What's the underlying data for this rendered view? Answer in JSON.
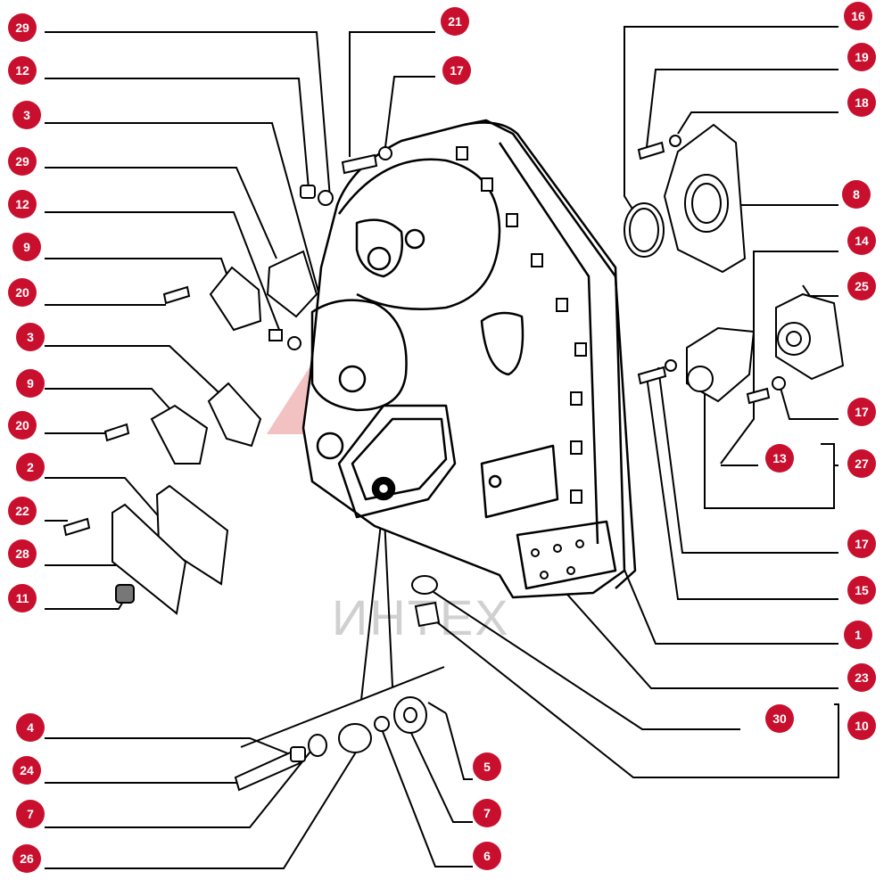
{
  "diagram": {
    "watermark_text": "ИНТЕХ",
    "callout_color": "#c8102e",
    "callout_text_color": "#ffffff",
    "line_color": "#000000",
    "callouts": [
      {
        "id": "c-l-1",
        "label": "29"
      },
      {
        "id": "c-l-2",
        "label": "12"
      },
      {
        "id": "c-l-3",
        "label": "3"
      },
      {
        "id": "c-l-4",
        "label": "29"
      },
      {
        "id": "c-l-5",
        "label": "12"
      },
      {
        "id": "c-l-6",
        "label": "9"
      },
      {
        "id": "c-l-7",
        "label": "20"
      },
      {
        "id": "c-l-8",
        "label": "3"
      },
      {
        "id": "c-l-9",
        "label": "9"
      },
      {
        "id": "c-l-10",
        "label": "20"
      },
      {
        "id": "c-l-11",
        "label": "2"
      },
      {
        "id": "c-l-12",
        "label": "22"
      },
      {
        "id": "c-l-13",
        "label": "28"
      },
      {
        "id": "c-l-14",
        "label": "11"
      },
      {
        "id": "c-t-1",
        "label": "21"
      },
      {
        "id": "c-t-2",
        "label": "17"
      },
      {
        "id": "c-r-1",
        "label": "16"
      },
      {
        "id": "c-r-2",
        "label": "19"
      },
      {
        "id": "c-r-3",
        "label": "18"
      },
      {
        "id": "c-r-4",
        "label": "8"
      },
      {
        "id": "c-r-5",
        "label": "14"
      },
      {
        "id": "c-r-6",
        "label": "25"
      },
      {
        "id": "c-r-7",
        "label": "17"
      },
      {
        "id": "c-r-8",
        "label": "13"
      },
      {
        "id": "c-r-9",
        "label": "27"
      },
      {
        "id": "c-r-10",
        "label": "17"
      },
      {
        "id": "c-r-11",
        "label": "15"
      },
      {
        "id": "c-r-12",
        "label": "1"
      },
      {
        "id": "c-r-13",
        "label": "23"
      },
      {
        "id": "c-r-14",
        "label": "30"
      },
      {
        "id": "c-r-15",
        "label": "10"
      },
      {
        "id": "c-b-1",
        "label": "4"
      },
      {
        "id": "c-b-2",
        "label": "24"
      },
      {
        "id": "c-b-3",
        "label": "7"
      },
      {
        "id": "c-b-4",
        "label": "26"
      },
      {
        "id": "c-b-5",
        "label": "5"
      },
      {
        "id": "c-b-6",
        "label": "7"
      },
      {
        "id": "c-b-7",
        "label": "6"
      }
    ]
  }
}
